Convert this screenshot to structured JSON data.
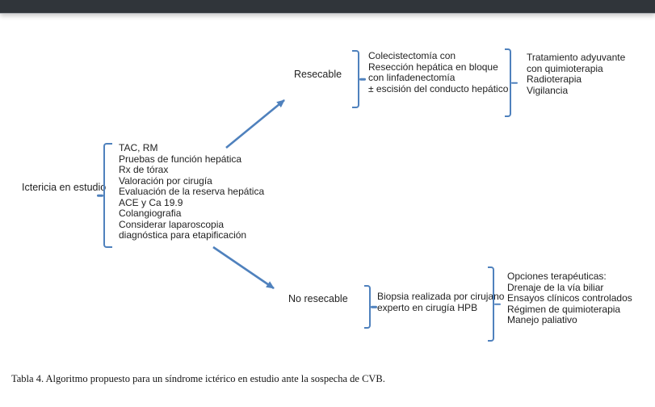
{
  "colors": {
    "accent": "#4f81bd",
    "top_bar": "#30353a"
  },
  "flowchart": {
    "start_label": "Ictericia en estudio",
    "workup_list": [
      "TAC, RM",
      "Pruebas de función hepática",
      "Rx de tórax",
      "Valoración por cirugía",
      "Evaluación de la reserva hepática",
      "ACE y Ca 19.9",
      "Colangiografia",
      "Considerar laparoscopia",
      "diagnóstica para etapificación"
    ],
    "branch_resectable": {
      "label": "Resecable",
      "surgery_lines": [
        "Colecistectomía con",
        "Resección hepática en bloque",
        "con linfadenectomía",
        "± escisión del conducto hepático"
      ],
      "adjuvant_lines": [
        "Tratamiento adyuvante",
        "con quimioterapia",
        "Radioterapia",
        "Vigilancia"
      ]
    },
    "branch_unresectable": {
      "label": "No resecable",
      "biopsy_lines": [
        "Biopsia realizada por cirujano",
        "experto en cirugía HPB"
      ],
      "options_lines": [
        "Opciones terapéuticas:",
        "Drenaje de la vía biliar",
        "Ensayos clínicos controlados",
        "Régimen de quimioterapia",
        "Manejo paliativo"
      ]
    }
  },
  "caption": "Tabla 4. Algoritmo propuesto para un síndrome ictérico en estudio ante la sospecha de CVB."
}
